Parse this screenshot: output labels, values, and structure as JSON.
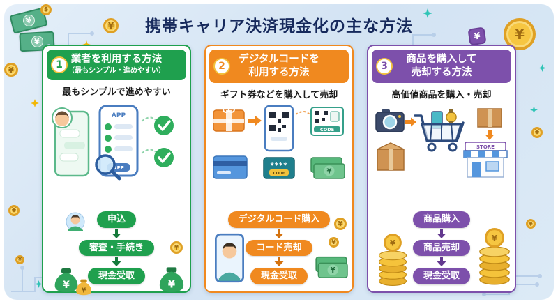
{
  "title": "携帯キャリア決済現金化の主な方法",
  "decor": {
    "yen": "¥",
    "dollar": "$"
  },
  "cards": [
    {
      "number": "1",
      "accent_color": "#1fa04e",
      "header_line1": "業者を利用する方法",
      "header_line2": "（最もシンプル・進めやすい）",
      "subtitle": "最もシンプルで進めやすい",
      "app_label": "APP",
      "steps": [
        "申込",
        "審査・手続き",
        "現金受取"
      ]
    },
    {
      "number": "2",
      "accent_color": "#f0891f",
      "header_line1": "デジタルコードを",
      "header_line2": "利用する方法",
      "subtitle": "ギフト券などを購入して売却",
      "code_label": "CODE",
      "masked_code": "****",
      "steps": [
        "デジタルコード購入",
        "コード売却",
        "現金受取"
      ]
    },
    {
      "number": "3",
      "accent_color": "#7d50ab",
      "header_line1": "商品を購入して",
      "header_line2": "売却する方法",
      "subtitle": "高価値商品を購入・売却",
      "store_label": "STORE",
      "steps": [
        "商品購入",
        "商品売却",
        "現金受取"
      ]
    }
  ]
}
